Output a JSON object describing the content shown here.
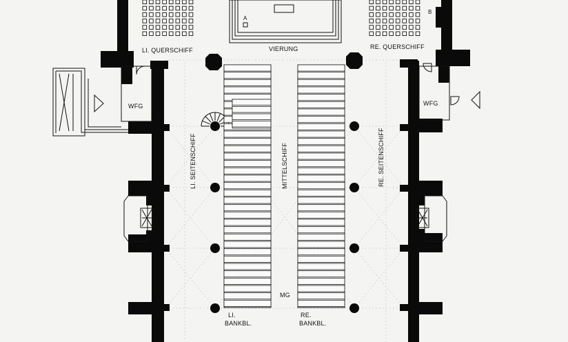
{
  "labels": {
    "left_transept": "LI. QUERSCHIFF",
    "crossing": "VIERUNG",
    "right_transept": "RE. QUERSCHIFF",
    "wfg_left": "WFG",
    "wfg_right": "WFG",
    "left_aisle": "LI. SEITENSCHIFF",
    "nave": "MITTELSCHIFF",
    "right_aisle": "RE. SEITENSCHIFF",
    "center_aisle": "MG",
    "left_pews_line1": "LI.",
    "left_pews_line2": "BANKBL.",
    "right_pews_line1": "RE.",
    "right_pews_line2": "BANKBL.",
    "altar_marker": "A",
    "b_marker": "B"
  },
  "pews": {
    "left_rows": 33,
    "right_rows": 33
  },
  "colors": {
    "wall": "#0a0a0a",
    "paper": "#f4f4f2",
    "grid": "#c9c9c9"
  }
}
